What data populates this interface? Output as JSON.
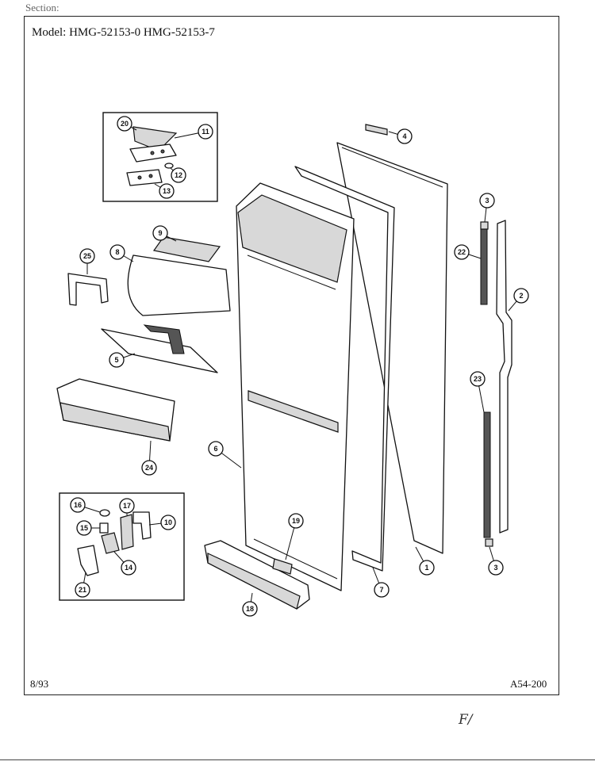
{
  "header": {
    "section_label": "Section:",
    "model_label": "Model:",
    "models": "HMG-52153-0  HMG-52153-7"
  },
  "footer": {
    "date": "8/93",
    "page_code": "A54-200",
    "handwritten_note": "F/"
  },
  "callouts": [
    "1",
    "2",
    "3",
    "4",
    "5",
    "6",
    "7",
    "8",
    "9",
    "10",
    "11",
    "12",
    "13",
    "14",
    "15",
    "16",
    "17",
    "18",
    "19",
    "20",
    "21",
    "22",
    "23",
    "24",
    "25"
  ]
}
